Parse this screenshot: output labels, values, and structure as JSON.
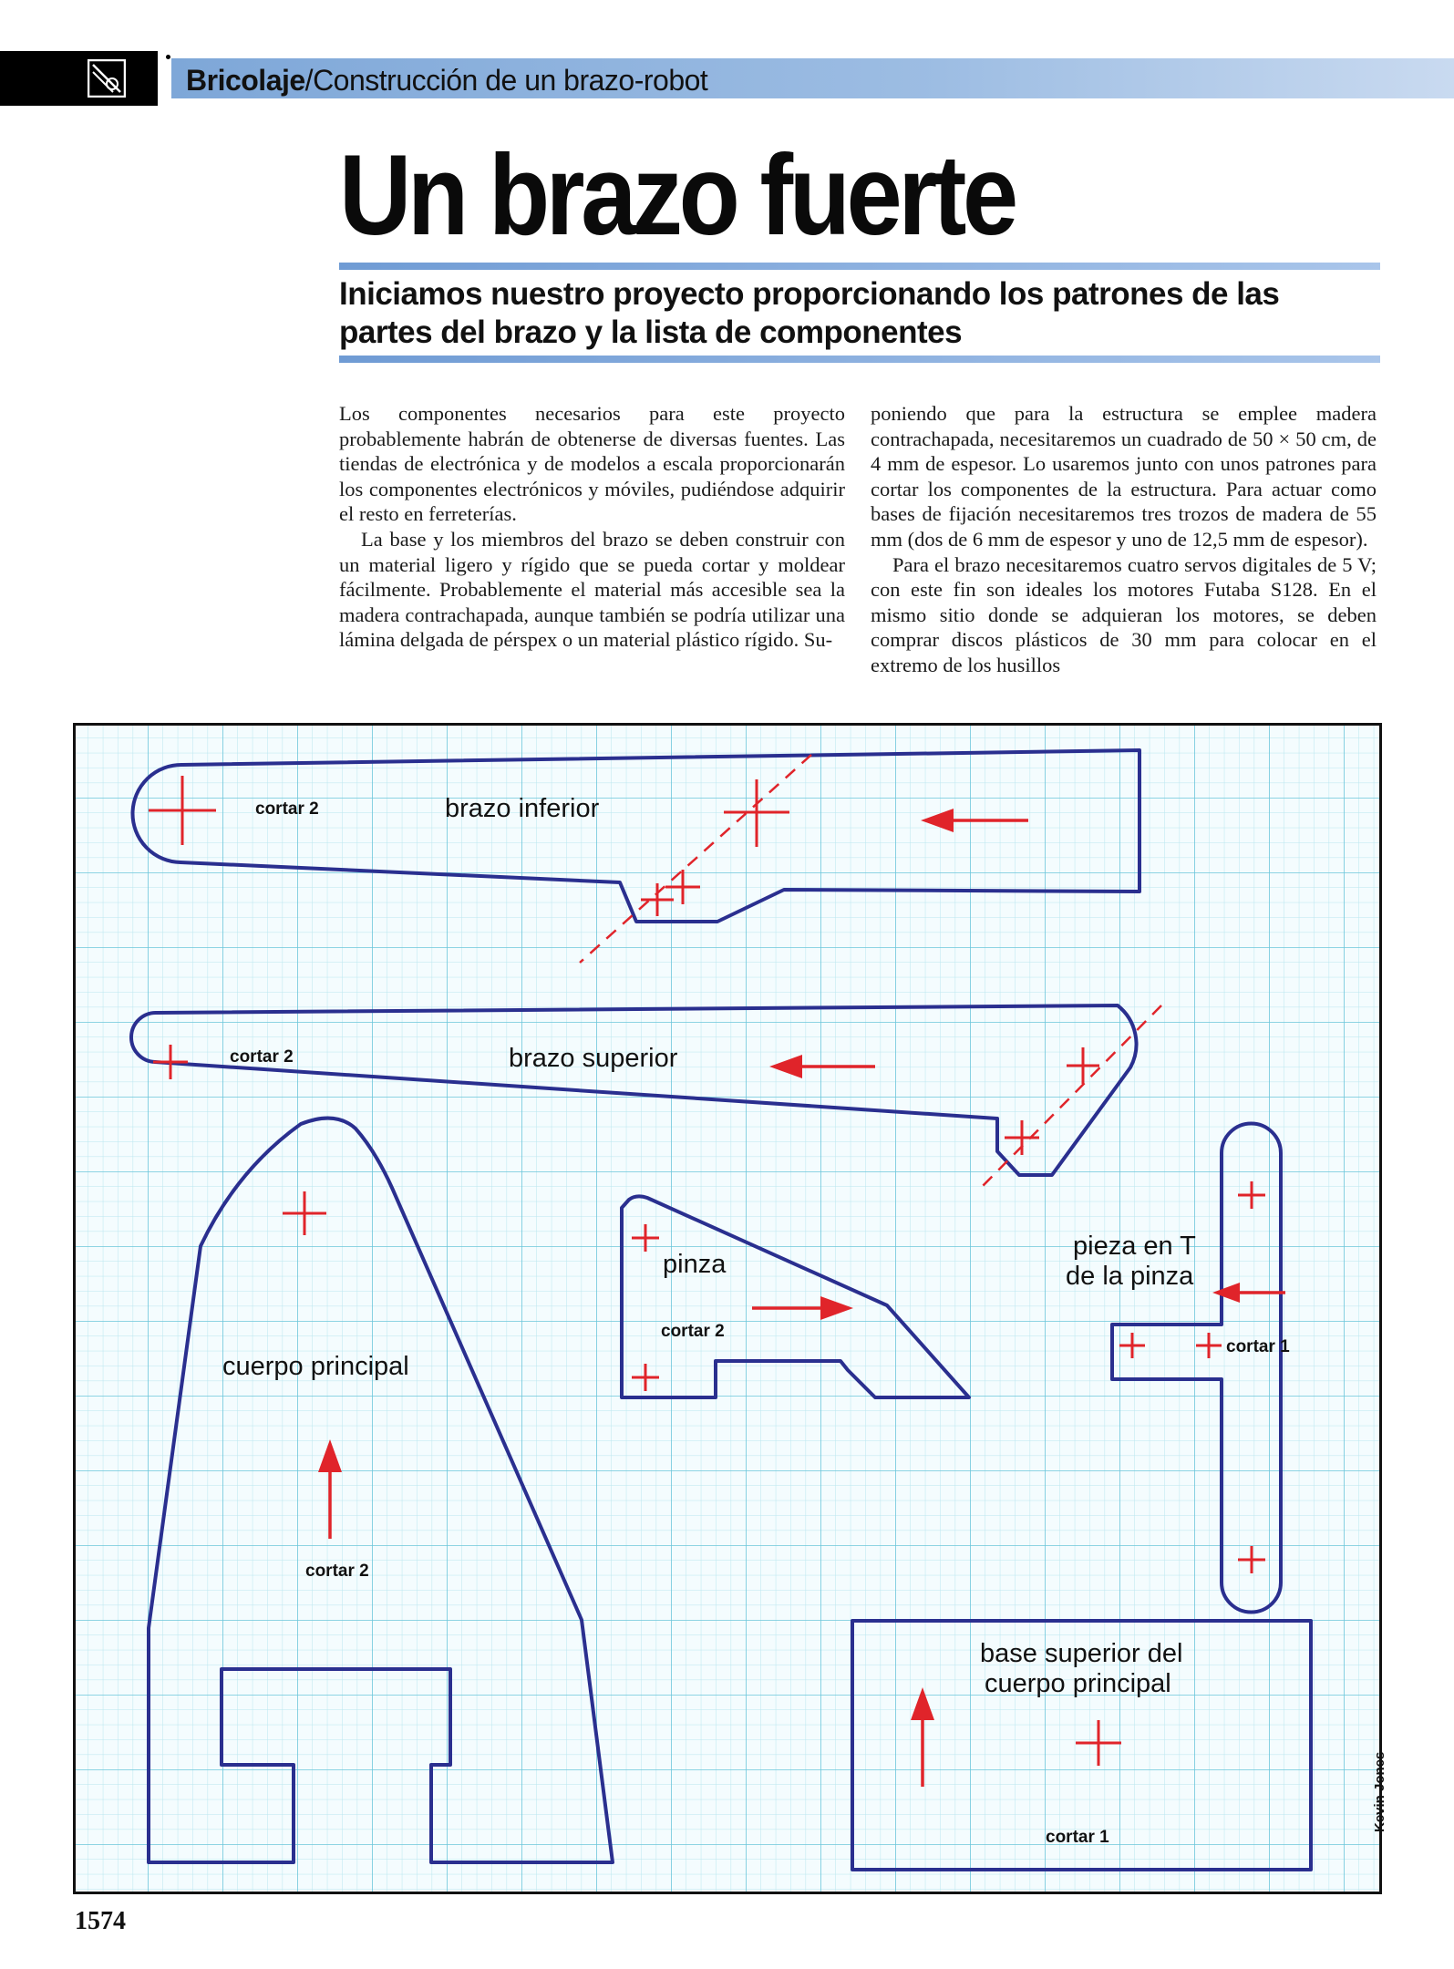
{
  "header": {
    "section": "Bricolaje",
    "separator": "/",
    "topic": "Construcción de un brazo-robot",
    "icon": "robot-arm-icon"
  },
  "title": "Un brazo fuerte",
  "subtitle": "Iniciamos nuestro proyecto proporcionando los patrones de las partes del brazo y la lista de componentes",
  "columns": {
    "left": [
      "Los componentes necesarios para este proyecto probablemente habrán de obtenerse de diversas fuentes. Las tiendas de electrónica y de modelos a escala proporcionarán los componentes electrónicos y móviles, pudiéndose adquirir el resto en ferreterías.",
      "La base y los miembros del brazo se deben construir con un material ligero y rígido que se pueda cortar y moldear fácilmente. Probablemente el material más accesible sea la madera contrachapada, aunque también se podría utilizar una lámina delgada de pérspex o un material plástico rígido. Su-"
    ],
    "right": [
      "poniendo que para la estructura se emplee madera contrachapada, necesitaremos un cuadrado de 50 × 50 cm, de 4 mm de espesor. Lo usaremos junto con unos patrones para cortar los componentes de la estructura. Para actuar como bases de fijación necesitaremos tres trozos de madera de 55 mm (dos de 6 mm de espesor y uno de 12,5 mm de espesor).",
      "Para el brazo necesitaremos cuatro servos digitales de 5 V; con este fin son ideales los motores Futaba S128. En el mismo sitio donde se adquieran los motores, se deben comprar discos plásticos de 30 mm para colocar en el extremo de los husillos"
    ]
  },
  "diagram": {
    "brazo_inferior": {
      "name": "brazo inferior",
      "note": "cortar 2"
    },
    "brazo_superior": {
      "name": "brazo superior",
      "note": "cortar 2"
    },
    "cuerpo_principal": {
      "name": "cuerpo principal",
      "note": "cortar 2"
    },
    "pinza": {
      "name": "pinza",
      "note": "cortar 2"
    },
    "pieza_t": {
      "line1": "pieza en T",
      "line2": "de la pinza",
      "note": "cortar 1"
    },
    "base_superior": {
      "line1": "base superior del",
      "line2": "cuerpo principal",
      "note": "cortar 1"
    }
  },
  "colors": {
    "outline": "#2a2f8f",
    "grid_fine": "#b9e6ef",
    "grid_major": "#6cc6da",
    "marks": "#e0242a",
    "band": "#7ea7d8"
  },
  "page_number": "1574",
  "credit": "Kevin Jones"
}
